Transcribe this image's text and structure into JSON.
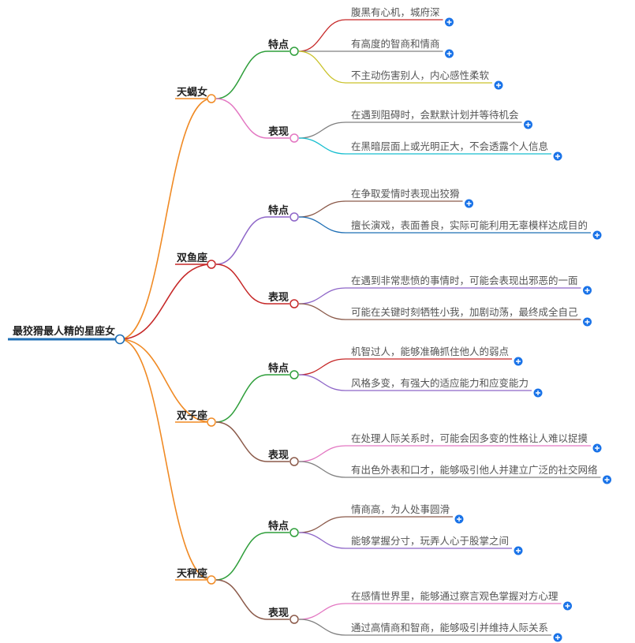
{
  "root": {
    "label": "最狡猾最人精的星座女"
  },
  "signs": [
    {
      "label": "天蝎女",
      "groups": [
        {
          "label": "特点",
          "items": [
            "腹黑有心机，城府深",
            "有高度的智商和情商",
            "不主动伤害别人，内心感性柔软"
          ]
        },
        {
          "label": "表现",
          "items": [
            "在遇到阻碍时，会默默计划并等待机会",
            "在黑暗层面上或光明正大，不会透露个人信息"
          ]
        }
      ]
    },
    {
      "label": "双鱼座",
      "groups": [
        {
          "label": "特点",
          "items": [
            "在争取爱情时表现出狡猾",
            "擅长演戏，表面善良，实际可能利用无辜模样达成目的"
          ]
        },
        {
          "label": "表现",
          "items": [
            "在遇到非常悲愤的事情时，可能会表现出邪恶的一面",
            "可能在关键时刻牺牲小我，加剧动荡，最终成全自己"
          ]
        }
      ]
    },
    {
      "label": "双子座",
      "groups": [
        {
          "label": "特点",
          "items": [
            "机智过人，能够准确抓住他人的弱点",
            "风格多变，有强大的适应能力和应变能力"
          ]
        },
        {
          "label": "表现",
          "items": [
            "在处理人际关系时，可能会因多变的性格让人难以捉摸",
            "有出色外表和口才，能够吸引他人并建立广泛的社交网络"
          ]
        }
      ]
    },
    {
      "label": "天秤座",
      "groups": [
        {
          "label": "特点",
          "items": [
            "情商高，为人处事圆滑",
            "能够掌握分寸，玩弄人心于股掌之间"
          ]
        },
        {
          "label": "表现",
          "items": [
            "在感情世界里，能够通过察言观色掌握对方心理",
            "通过高情商和智商，能够吸引并维持人际关系"
          ]
        }
      ]
    }
  ],
  "colors": {
    "root_line": "#1f6fb5",
    "sign_branch": [
      "#f08a24",
      "#c62828",
      "#f08a24",
      "#f08a24"
    ],
    "group_branch": [
      [
        "#2e9e3a",
        "#e377c2"
      ],
      [
        "#8e66c8",
        "#c62828"
      ],
      [
        "#2e9e3a",
        "#8b5a4a"
      ],
      [
        "#2e9e3a",
        "#8b5a4a"
      ]
    ],
    "leaf_branch": [
      [
        [
          "#c62828",
          "#808080",
          "#c9c22a"
        ],
        [
          "#808080",
          "#17becf"
        ]
      ],
      [
        [
          "#8b5a4a",
          "#1f6fb5"
        ],
        [
          "#8e66c8",
          "#8b5a4a"
        ]
      ],
      [
        [
          "#c62828",
          "#8e66c8"
        ],
        [
          "#e377c2",
          "#808080"
        ]
      ],
      [
        [
          "#8b5a4a",
          "#8e66c8"
        ],
        [
          "#e377c2",
          "#808080"
        ]
      ]
    ],
    "plus_button": "#1a73e8"
  },
  "icons": {
    "expand": "plus-icon"
  }
}
